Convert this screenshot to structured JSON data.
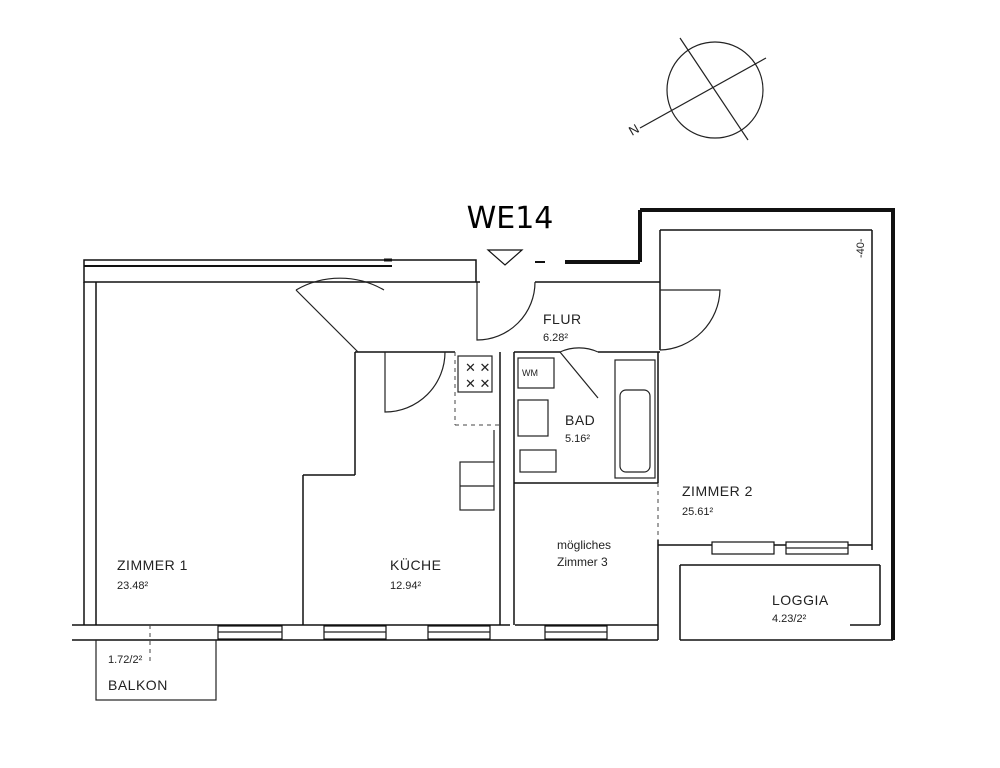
{
  "plan": {
    "title": "WE14",
    "compass_mark": "N",
    "dimension_mark": "-40-",
    "rooms": {
      "flur": {
        "name": "FLUR",
        "area": "6.28²"
      },
      "bad": {
        "name": "BAD",
        "area": "5.16²"
      },
      "wm": {
        "name": "WM"
      },
      "zimmer1": {
        "name": "ZIMMER 1",
        "area": "23.48²"
      },
      "kueche": {
        "name": "KÜCHE",
        "area": "12.94²"
      },
      "zimmer3": {
        "line1": "mögliches",
        "line2": "Zimmer 3"
      },
      "zimmer2": {
        "name": "ZIMMER 2",
        "area": "25.61²"
      },
      "loggia": {
        "name": "LOGGIA",
        "area": "4.23/2²"
      },
      "balkon": {
        "name": "BALKON",
        "area": "1.72/2²"
      }
    }
  }
}
